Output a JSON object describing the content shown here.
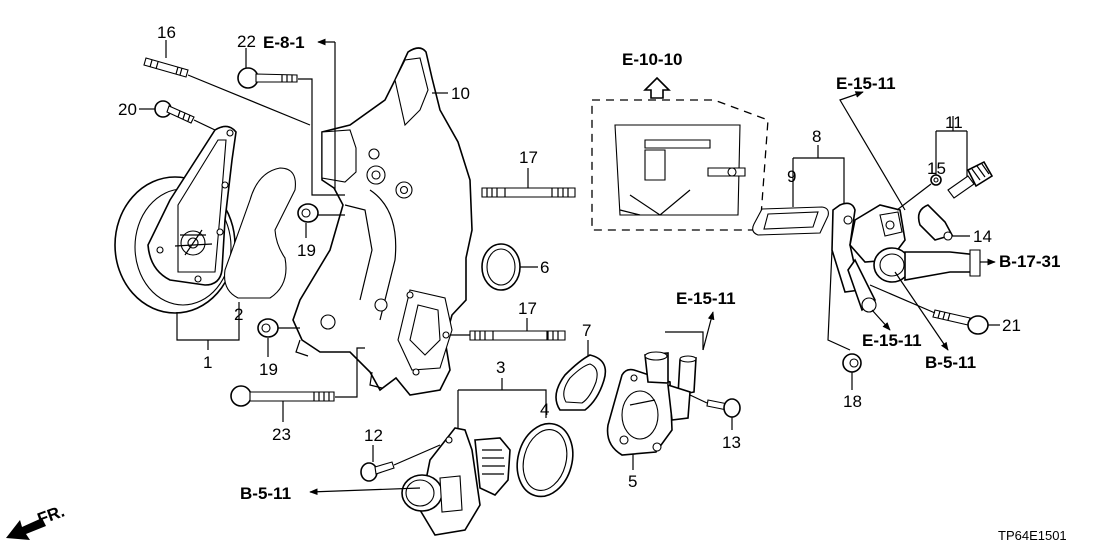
{
  "diagram": {
    "title_code": "TP64E1501",
    "front_indicator": "FR.",
    "part_numbers": {
      "p1": "1",
      "p2": "2",
      "p3": "3",
      "p4": "4",
      "p5": "5",
      "p6": "6",
      "p7": "7",
      "p8": "8",
      "p9": "9",
      "p10": "10",
      "p11": "11",
      "p12": "12",
      "p13": "13",
      "p14": "14",
      "p15": "15",
      "p16": "16",
      "p17a": "17",
      "p17b": "17",
      "p18": "18",
      "p19a": "19",
      "p19b": "19",
      "p20": "20",
      "p21": "21",
      "p22": "22",
      "p23": "23"
    },
    "references": {
      "e_8_1": "E-8-1",
      "e_10_10": "E-10-10",
      "e_15_11_top": "E-15-11",
      "e_15_11_mid": "E-15-11",
      "e_15_11_right": "E-15-11",
      "b_17_31": "B-17-31",
      "b_5_11_right": "B-5-11",
      "b_5_11_left": "B-5-11"
    }
  }
}
